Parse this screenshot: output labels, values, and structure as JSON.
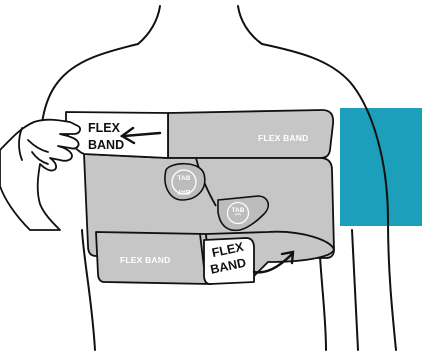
{
  "colors": {
    "band_gray": "#c7c6c7",
    "outline": "#111111",
    "accent_teal": "#1b9fba",
    "tab_gray": "#bdbcbd"
  },
  "labels": {
    "flex_band_top_right": "FLEX BAND",
    "flex_band_bottom_left": "FLEX BAND",
    "flex_tab_left_line1": "FLEX",
    "flex_tab_left_line2": "BAND",
    "flex_tab_bottom_line1": "FLEX",
    "flex_tab_bottom_line2": "BAND",
    "tab_upper": "TAB",
    "tab_upper_mirrored": "TAB",
    "tab_lower": "TAB"
  }
}
